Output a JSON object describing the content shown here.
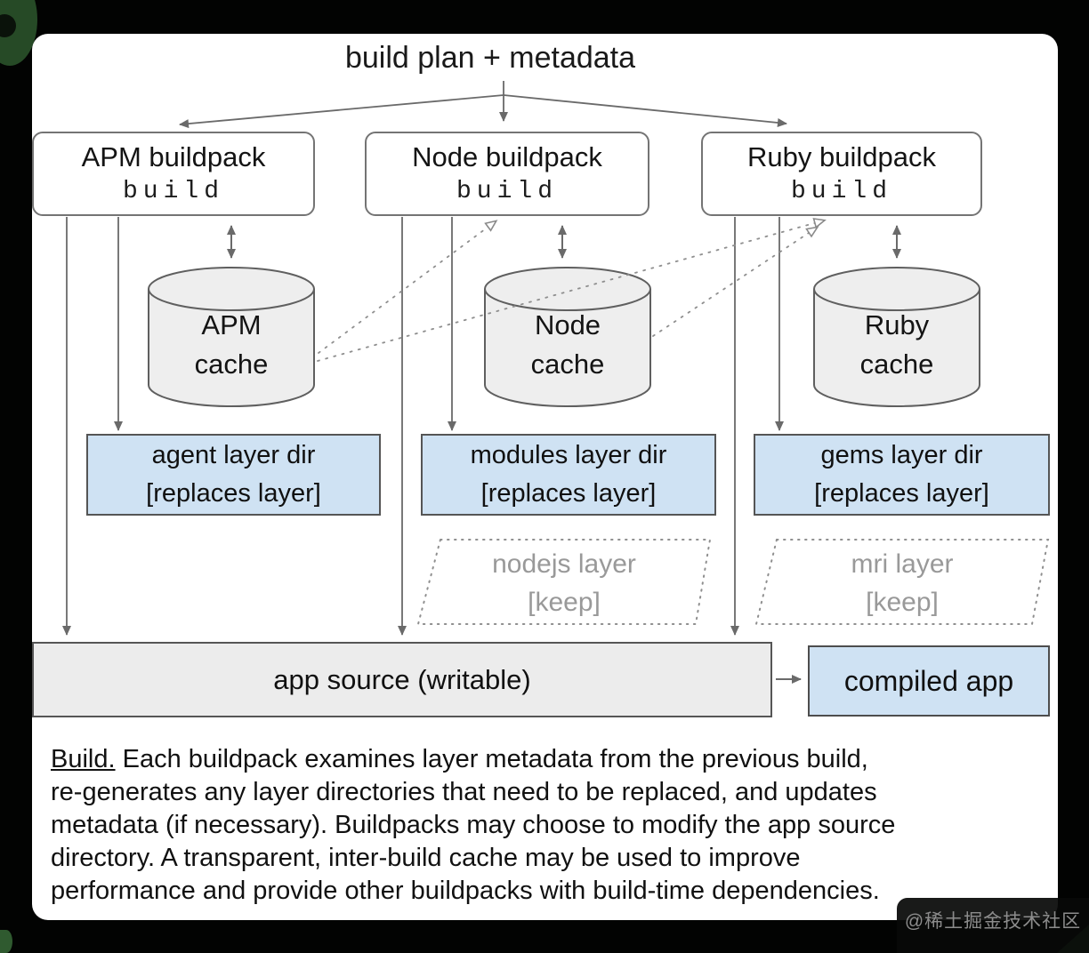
{
  "title": "build plan + metadata",
  "buildpacks": [
    {
      "name": "APM buildpack",
      "phase": "build"
    },
    {
      "name": "Node buildpack",
      "phase": "build"
    },
    {
      "name": "Ruby buildpack",
      "phase": "build"
    }
  ],
  "caches": [
    {
      "line1": "APM",
      "line2": "cache"
    },
    {
      "line1": "Node",
      "line2": "cache"
    },
    {
      "line1": "Ruby",
      "line2": "cache"
    }
  ],
  "layer_dirs": [
    {
      "line1": "agent layer dir",
      "line2": "[replaces layer]"
    },
    {
      "line1": "modules layer dir",
      "line2": "[replaces layer]"
    },
    {
      "line1": "gems layer dir",
      "line2": "[replaces layer]"
    }
  ],
  "keep_layers": [
    {
      "line1": "nodejs layer",
      "line2": "[keep]"
    },
    {
      "line1": "mri layer",
      "line2": "[keep]"
    }
  ],
  "app_source_label": "app source (writable)",
  "compiled_app_label": "compiled app",
  "caption": {
    "lead": "Build.",
    "lines": [
      " Each buildpack examines layer metadata from the previous build,",
      "re-generates any layer directories that need to be replaced, and updates",
      "metadata (if necessary). Buildpacks may choose to modify the app source",
      "directory. A transparent, inter-build cache may be used to improve",
      "performance and provide other buildpacks with build-time dependencies."
    ]
  },
  "watermark": "@稀土掘金技术社区",
  "colors": {
    "accent_blue": "#cfe2f3",
    "cylinder_gray": "#eeeeee",
    "app_source_gray": "#ececec",
    "line_gray": "#6a6a6a",
    "dotted_gray": "#8f8f8f",
    "keep_text_gray": "#999999"
  }
}
